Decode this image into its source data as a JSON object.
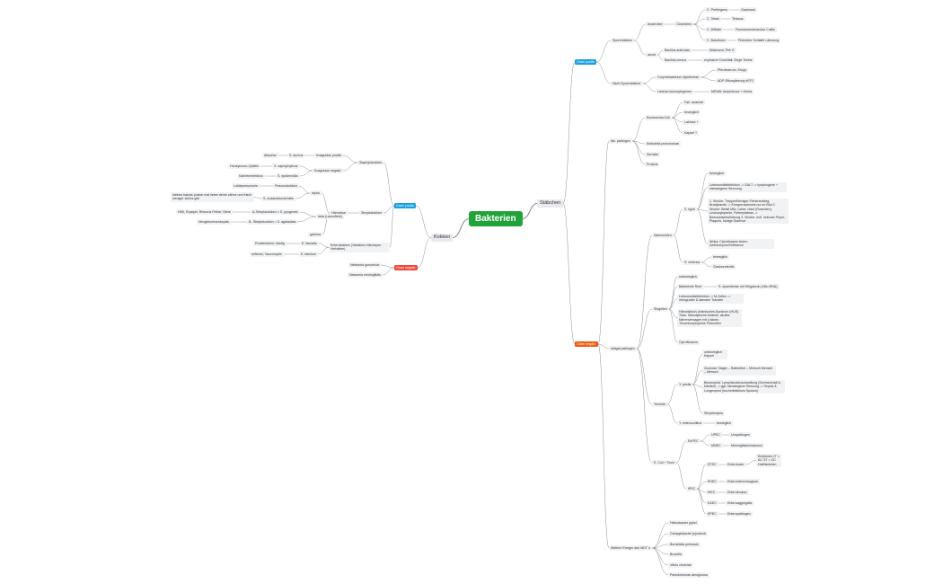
{
  "diagram": {
    "root": "Bakterien",
    "nodes": {
      "kokken": "Kokken",
      "staebchen": "Stäbchen",
      "k_gp": "Gram positiv",
      "k_gn": "Gram negativ",
      "staph": "Staphylokokken",
      "strep": "Streptokokken",
      "entero": "Enterokokken (Variables Hämolyse-Verhalten)",
      "koag_pos": "Koagulase positiv",
      "koag_neg": "Koagulase negativ",
      "s_aureus": "S. aureus",
      "abszess": "Abszess",
      "s_sapro": "S. saprophyticus",
      "honeymoon": "Honeymoon-Zystitis",
      "s_epi": "S. epidermidis",
      "katheter": "Katheterinfektion",
      "haemolyse": "Hämolyse",
      "alpha": "alpha",
      "beta": "beta (Lancefield)",
      "gamma": "gamma",
      "pneumo": "Pneumokokken",
      "lobar": "Lobärpneumonie",
      "s_mutans": "S. mutans/bovis/mitis",
      "karies": "kleines bak/as putsch mal lieber deine zähne und frisch weniger süßes geil",
      "a_strep": "A-Streptokokken = S. pyogenes",
      "hwi": "HWI, Erysipel, Rheuma Fieber, Niere",
      "b_strep": "B- Streptokokken = S. agalactiae",
      "neugeb": "Neugeborenensepsis",
      "e_faecalis": "E. faecalis",
      "e_faecium": "E. faecium",
      "problemkeim": "Problemkeim; häufig",
      "seltener": "seltener; Vancomycin",
      "neisseria_g": "Neisseria gonorrhoe",
      "neisseria_m": "Neisseria meningitidis",
      "s_gp": "Gram positiv",
      "s_gn": "Gram negativ",
      "sporen": "Sporenbildner",
      "nicht_sporen": "Nicht Sporenbildner",
      "anaerob": "Anaerober",
      "clostridien": "Clostridien",
      "aerob": "aerob",
      "c_perf": "C. Perfringens",
      "gasbrand": "Gasbrand",
      "c_tetani": "C. Tetani",
      "tetanus": "Tetanus",
      "c_diff": "C. Difficile",
      "pseudomem": "Pseudomembranöse Colitis",
      "c_botul": "C. Botulinum",
      "botul_text": "Plötzliche Schlaffe Lähmung",
      "b_anthracis": "Bacillus anthracis",
      "milzbrand": "Milzbrand, Pek G",
      "b_cereus": "Bacillus cereus",
      "cereus_text": "explosiver Durchfall; Ziege Toxine",
      "coryne": "Corynebacterium diphtheriae",
      "pferde": "Pferdeserum, Krupp",
      "adp": "ADP-Ribosylierung eEF2",
      "listeria": "Listeria monocytogenes",
      "listeria_t": "MRAW: Ampi/Amox + Genta",
      "fak_path": "fak. pathogen",
      "obl_path": "obligat pathogen",
      "ecoli": "Escherichia Coli",
      "fak_anaerob": "Fak. anaerob",
      "beweglich1": "beweglich",
      "laktose": "Laktose +",
      "kapsel1": "Kapsel +",
      "klebsiella": "Klebsiella pneumoniae",
      "serratia": "Serratia",
      "proteus": "Proteus",
      "salmonellen": "Salmonellen",
      "s_typhi": "S. typhi",
      "typhi_bew": "beweglich",
      "typhi_lebens": "Lebensmittelinfektion -> GALT -> lymphogene + hämatogene Streuung",
      "typhi_wochen": "1. Woche: Treppenförmiger Fieberanstieg, Bradykardie -> Erregernachweis nur im Blut 2. Woche: Befall Milz, Leber, Haut (Roseolen), Leukozytopenie, Fieberplateau -> Bewusstseinstrübung 3. Woche: evtl. nekrose Peyer-Plaques, blutige Diarrhoe",
      "typhi_afrika": "Afrika: Ciprofloxacin Asien: Azithromycin/Ceftriaxon",
      "s_enterica": "S. enterica",
      "enterica_bew": "beweglich",
      "gastroent": "Gastroenteritis",
      "shigellen": "Shigellen",
      "shig_unbew": "unbeweglich",
      "bakt_ruhr": "Bakterielle Ruhr",
      "shiga_toxin": "S. dysenteriae mit Shigatoxin (28s rRNA)",
      "shig_lebens": "Lebensmittelinfektion -> M-Zellen -> retrograder & lateraler Transfer",
      "hus": "Hämolytisch-Urämisches-Syndrom (HUS) Trias: hämolytische Anämie, akutes Nierenversagen mit Urämie, Thrombozytopenie Petechien",
      "cipro": "Ciprofloxacin",
      "yersinia": "Yersinia",
      "y_pestis": "Y. pestis",
      "pestis_unbew": "unbeweglich Kapsel",
      "zoonose": "Zoonose: Nager – Rattenfloh – Mensch Mensch – Mensch",
      "beulenpest": "Beulenpest: Lymphknotenschwellung (Schmerzhaft & bläulich) -> ggf. hämatogene Streuung -> Sepsis & Lungenpest (hochinfektiöses Sputum)",
      "streptomycin": "Streptomycin",
      "y_entero": "Y. enterocolitica",
      "entero_bew": "beweglich",
      "ecoli_toxin": "E. Coli + Toxin",
      "expec": "ExPEC",
      "upec": "UPEC",
      "uropath": "Uropathogen",
      "mnec": "MNEC",
      "meningitis": "Meningitiskeimaturum",
      "ipec": "IPEC",
      "etec": "ETEC",
      "enterotoxin": "Enterotoxin",
      "endotoxin": "Endotoxin LT = AC ST = GC Hafthimbrien",
      "ehec": "EHEC",
      "ehec_t": "Enterohämorrhagisch",
      "eiec": "EIEC",
      "eiec_t": "Enteroinvasiv",
      "eaec": "EAEC",
      "eaec_t": "Enteroaggregativ",
      "epec": "EPEC",
      "epec_t": "Enteropathogen",
      "weitere": "Weitere Erreger des MDT´s",
      "helico": "Helicobacter pylori",
      "campylo": "Campylobacter jejuni/coli",
      "bordetella": "Bordetella pertussis",
      "brucella": "Brucella",
      "vibrio": "Vibrio cholerae",
      "pseudomonas": "Pseudomonas aeruginosa"
    }
  },
  "colors": {
    "root": "#21a33a",
    "gram_positive": "#1aa0e0",
    "gram_negative": "#f0483c",
    "gram_negative_staebchen": "#ef5a12",
    "edge": "#8a8f98"
  }
}
